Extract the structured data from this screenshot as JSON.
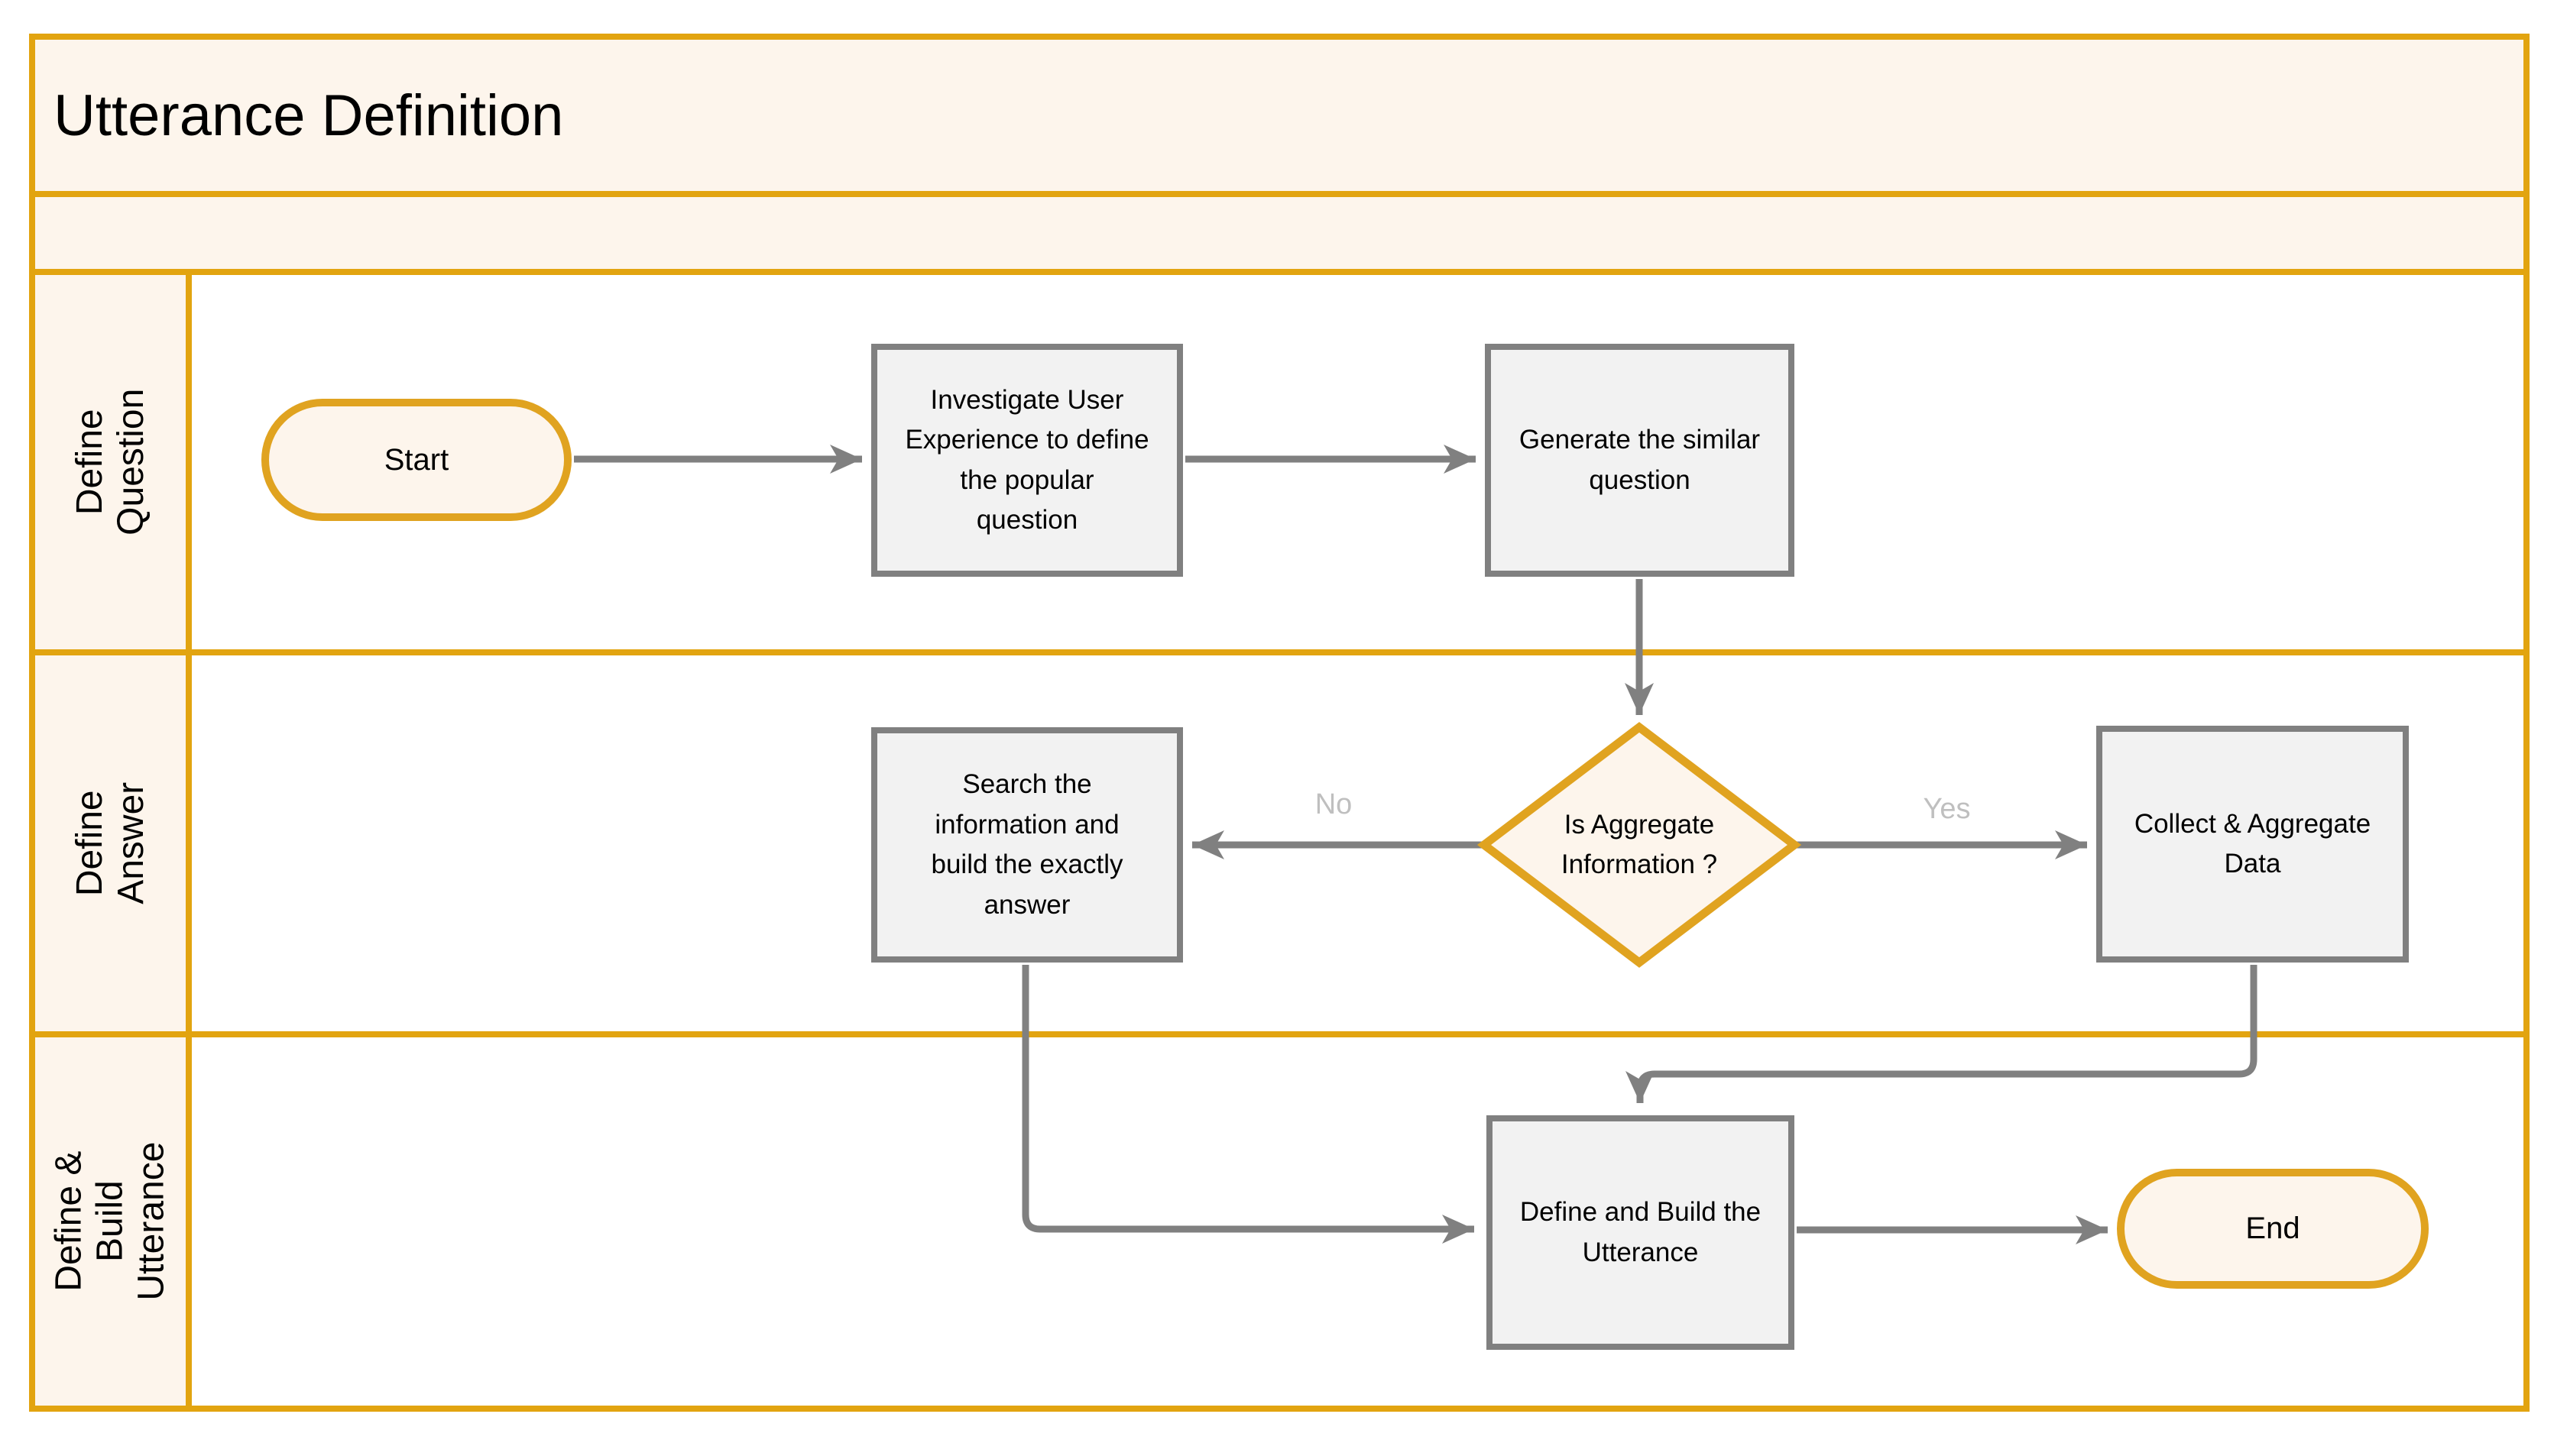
{
  "title": "Utterance Definition",
  "lanes": [
    {
      "label": "Define Question"
    },
    {
      "label": "Define Answer"
    },
    {
      "label": "Define & Build\nUtterance"
    }
  ],
  "nodes": {
    "start": {
      "label": "Start",
      "type": "terminator"
    },
    "investigate": {
      "label": "Investigate User\nExperience to define\nthe popular\nquestion",
      "type": "process"
    },
    "generate": {
      "label": "Generate the similar\nquestion",
      "type": "process"
    },
    "decision": {
      "label": "Is Aggregate\nInformation ?",
      "type": "decision"
    },
    "search": {
      "label": "Search the\ninformation and\nbuild the exactly\nanswer",
      "type": "process"
    },
    "collect": {
      "label": "Collect & Aggregate\nData",
      "type": "process"
    },
    "build": {
      "label": "Define and Build the\nUtterance",
      "type": "process"
    },
    "end": {
      "label": "End",
      "type": "terminator"
    }
  },
  "branches": {
    "no": "No",
    "yes": "Yes"
  },
  "colors": {
    "accent_orange": "#E2A410",
    "lane_fill_cream": "#FDF5EC",
    "process_fill": "#F2F2F2",
    "process_border": "#808080",
    "connector_gray": "#808080",
    "branch_label_gray": "#BFBFBF",
    "text": "#000000"
  }
}
